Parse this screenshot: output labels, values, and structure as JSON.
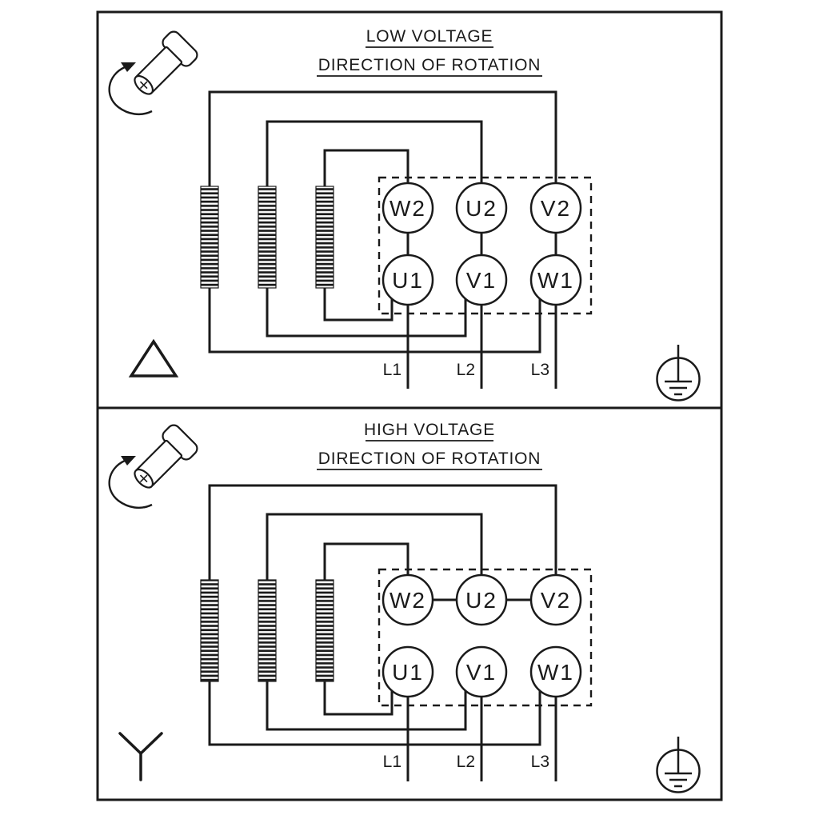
{
  "diagram": {
    "colors": {
      "line": "#1a1a1a",
      "background": "#ffffff"
    },
    "icons": [
      "shaft-rotation-icon",
      "delta-symbol",
      "star-symbol",
      "earth-ground-icon"
    ],
    "panels": [
      {
        "title": "LOW VOLTAGE",
        "subtitle": "DIRECTION OF ROTATION",
        "connection": "delta",
        "terminals_top": [
          "W2",
          "U2",
          "V2"
        ],
        "terminals_bottom": [
          "U1",
          "V1",
          "W1"
        ],
        "supply_lines": [
          "L1",
          "L2",
          "L3"
        ]
      },
      {
        "title": "HIGH VOLTAGE",
        "subtitle": "DIRECTION OF ROTATION",
        "connection": "star",
        "terminals_top": [
          "W2",
          "U2",
          "V2"
        ],
        "terminals_bottom": [
          "U1",
          "V1",
          "W1"
        ],
        "supply_lines": [
          "L1",
          "L2",
          "L3"
        ]
      }
    ]
  }
}
